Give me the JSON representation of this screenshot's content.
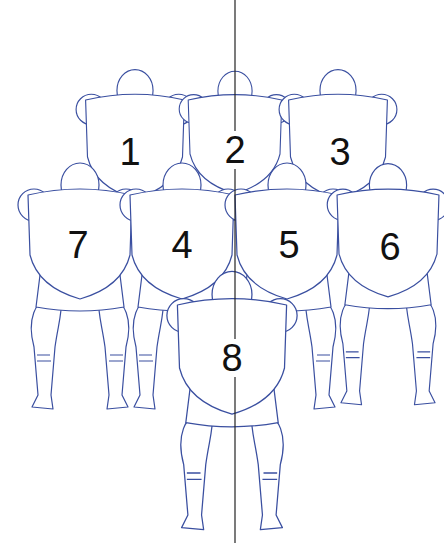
{
  "diagram": {
    "labels": [
      "1",
      "2",
      "3",
      "7",
      "4",
      "5",
      "6",
      "8"
    ]
  }
}
